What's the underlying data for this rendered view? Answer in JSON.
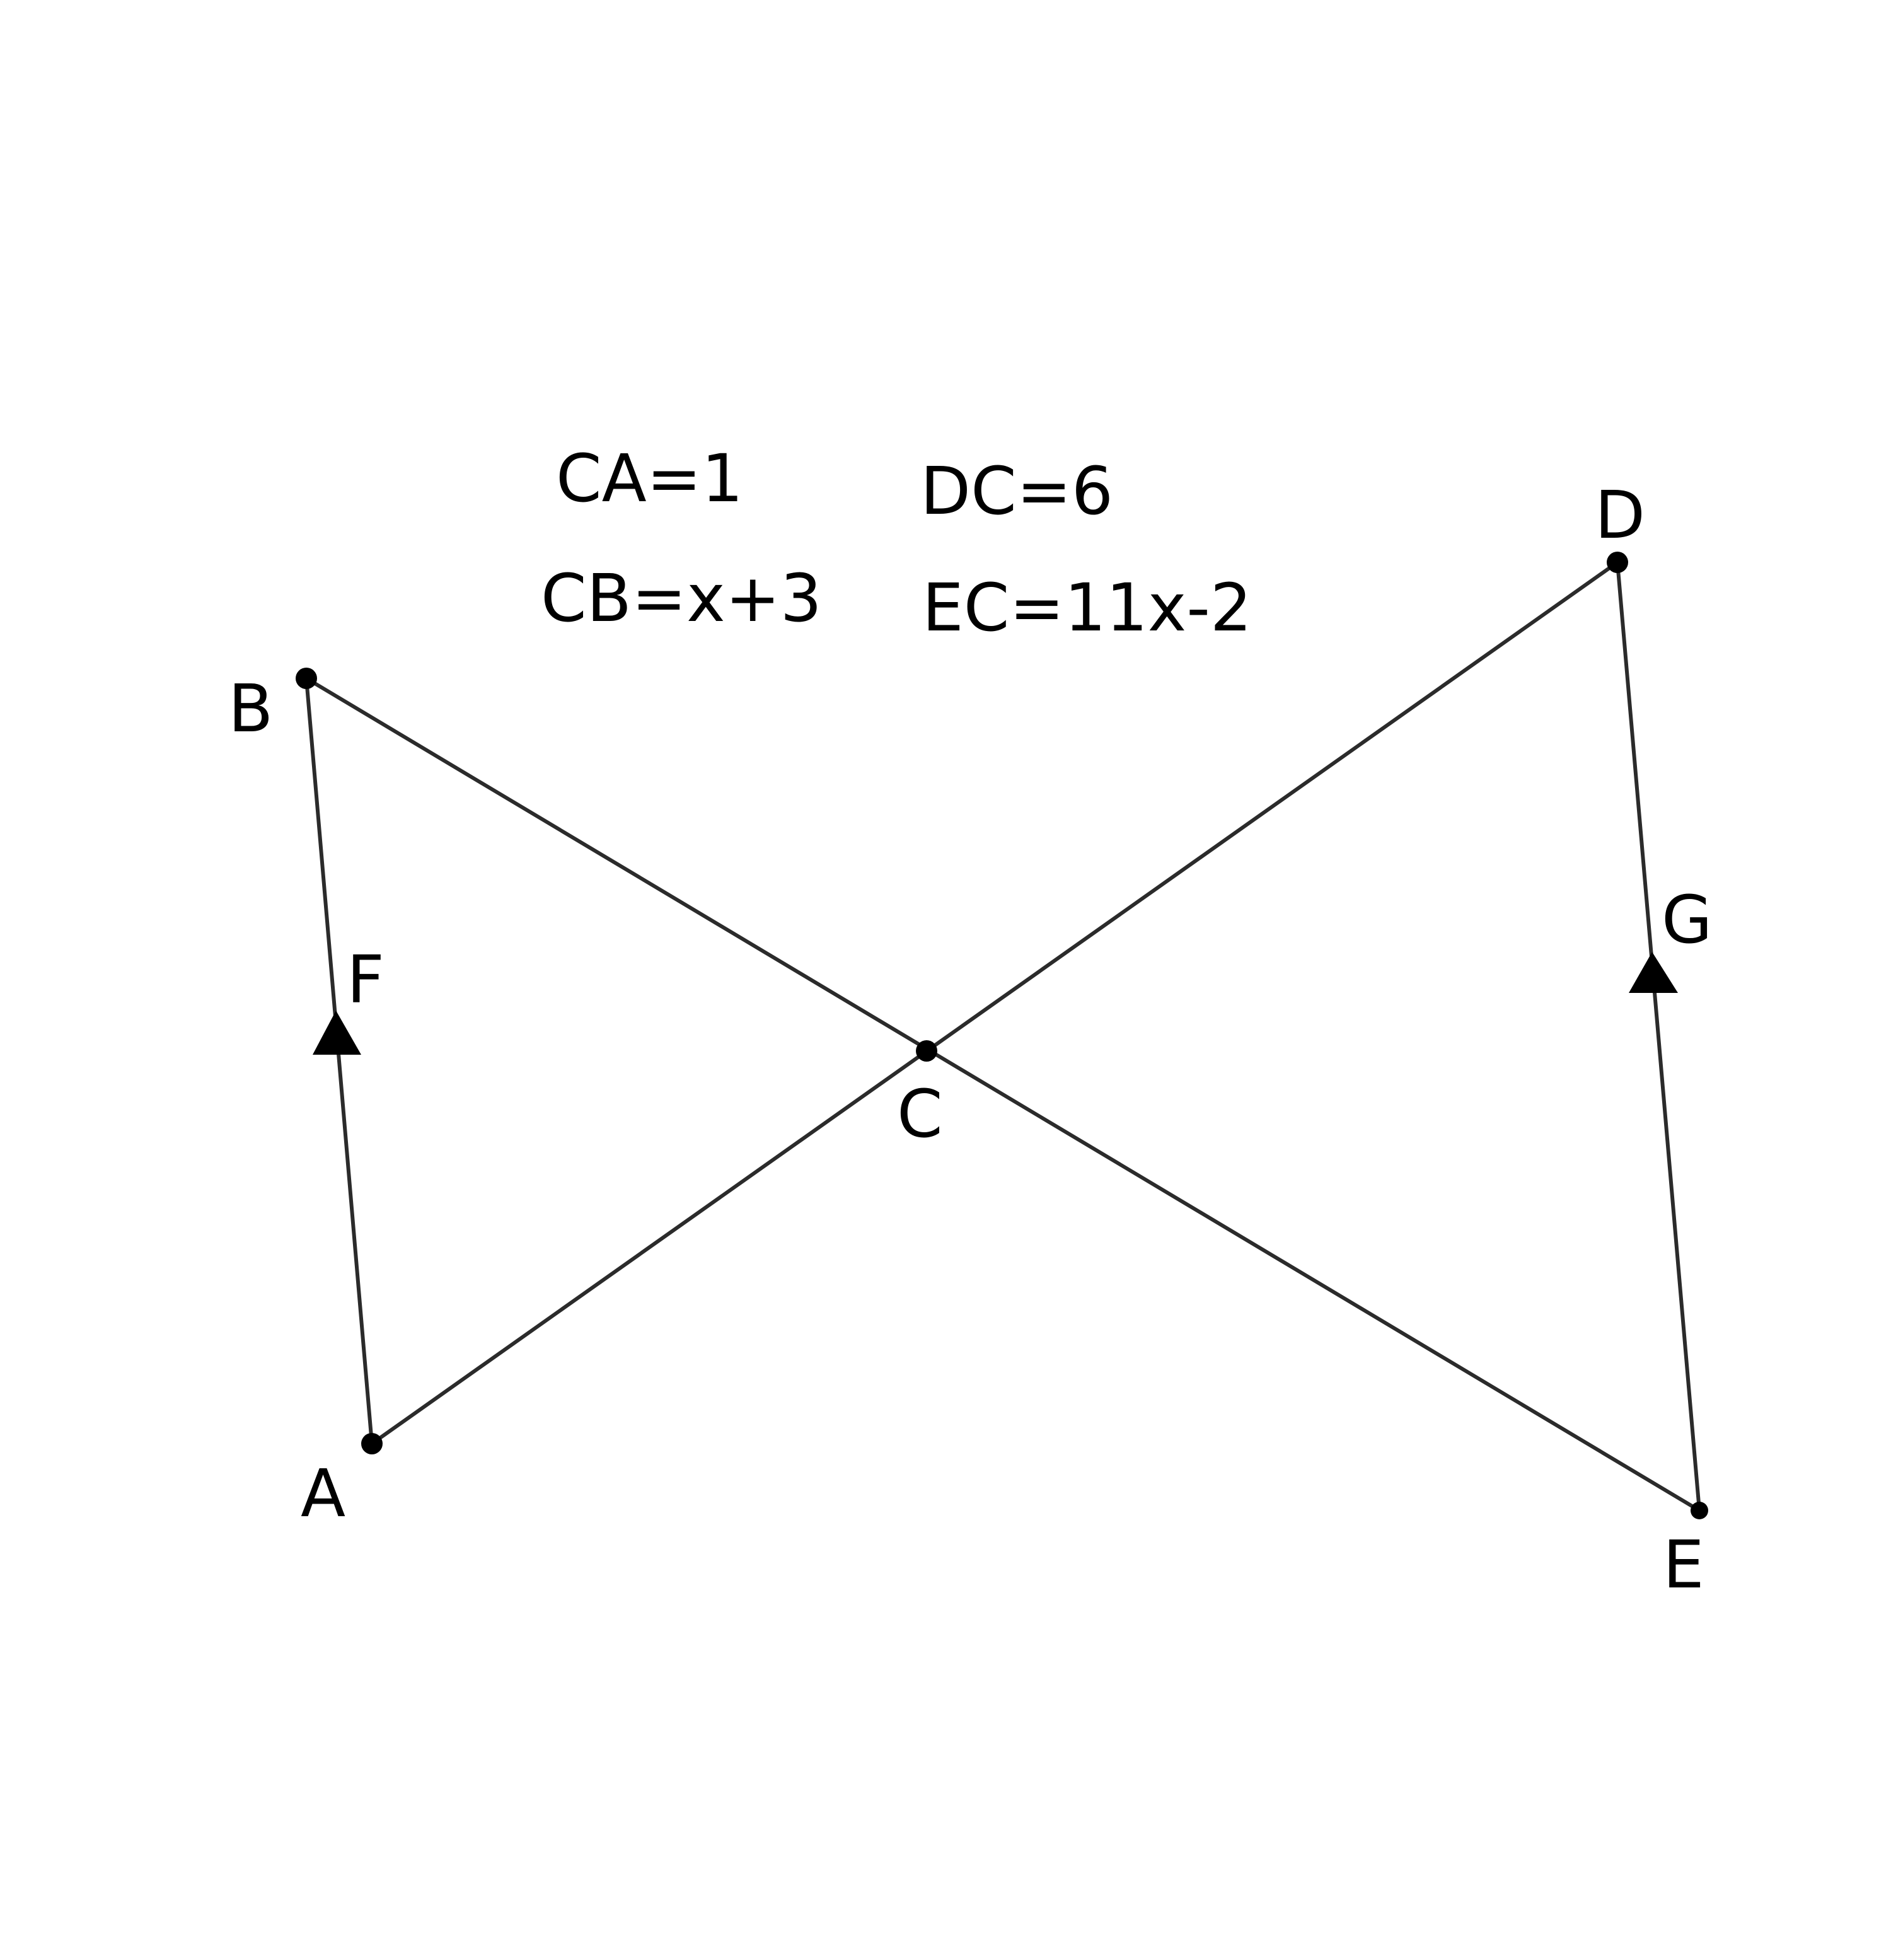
{
  "diagram": {
    "points": {
      "A": "A",
      "B": "B",
      "C": "C",
      "D": "D",
      "E": "E",
      "F": "F",
      "G": "G"
    },
    "equations": {
      "ca": "CA=1",
      "cb": "CB=x+3",
      "dc": "DC=6",
      "ec": "EC=11x-2"
    },
    "colors": {
      "line": "#2b2b2b",
      "point": "#000000"
    }
  }
}
